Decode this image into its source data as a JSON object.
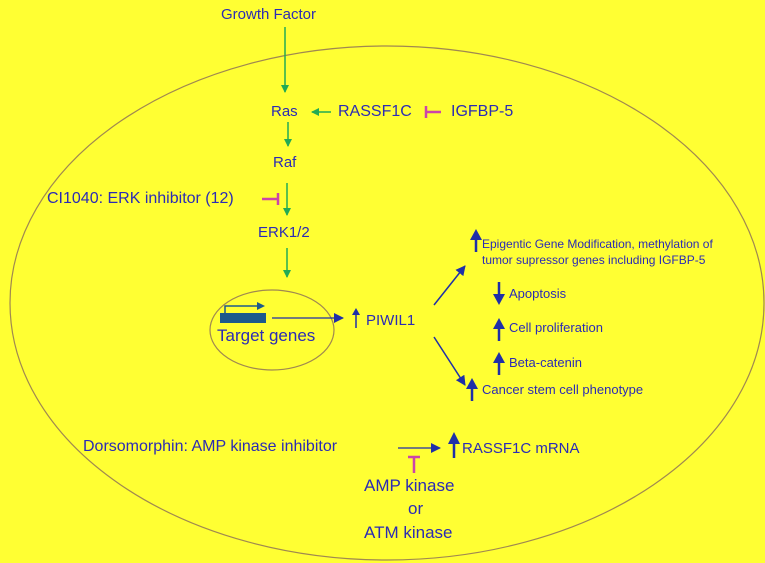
{
  "nodes": {
    "growth_factor": "Growth Factor",
    "ras": "Ras",
    "rassf1c": "RASSF1C",
    "igfbp5": "IGFBP-5",
    "raf": "Raf",
    "ci1040": "CI1040: ERK inhibitor (12)",
    "erk": "ERK1/2",
    "target_genes": "Target genes",
    "piwil1": "PIWIL1",
    "epigenetic_line1": "Epigentic Gene Modification,  methylation of",
    "epigenetic_line2": "tumor supressor genes  including IGFBP-5",
    "apoptosis": "Apoptosis",
    "cell_proliferation": "Cell proliferation",
    "beta_catenin": "Beta-catenin",
    "cancer_stem": "Cancer stem cell phenotype",
    "dorsomorphin": "Dorsomorphin: AMP kinase inhibitor",
    "rassf1c_mrna": "RASSF1C mRNA",
    "amp_kinase": "AMP kinase",
    "or": "or",
    "atm_kinase": "ATM kinase"
  },
  "colors": {
    "background": "#ffff33",
    "text": "#2b2bb5",
    "activation_arrow": "#22aa55",
    "effect_arrow": "#1f2fa8",
    "inhibition": "#cc44aa",
    "cell_outline": "#a08850",
    "gene_bar": "#1d5a8c"
  }
}
